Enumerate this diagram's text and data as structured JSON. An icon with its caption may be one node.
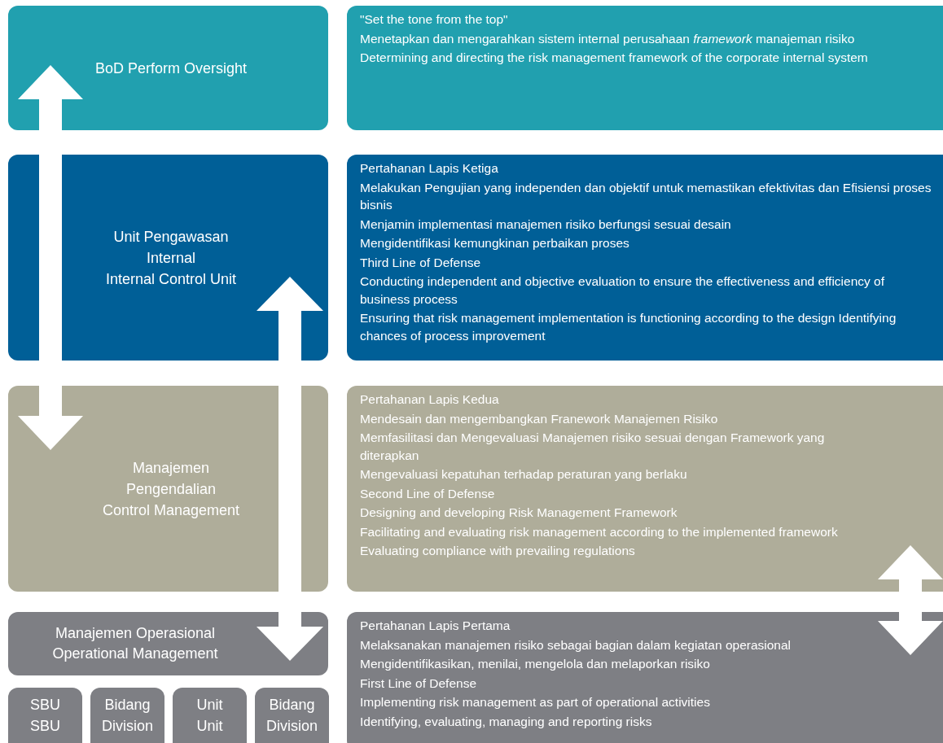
{
  "diagram": {
    "nodes": [
      {
        "text": [
          "BoD Perform Oversight"
        ]
      },
      {
        "text": [
          "\"Set the tone from the top\"",
          "Menetapkan dan mengarahkan sistem internal perusahaan *framework* manajeman risiko",
          "Determining and directing the risk management framework of the corporate internal system"
        ]
      },
      {
        "text": [
          "Unit Pengawasan Internal",
          "Internal Control Unit"
        ]
      },
      {
        "text": [
          "Pertahanan Lapis Ketiga",
          "Melakukan Pengujian yang independen dan objektif untuk memastikan efektivitas dan Efisiensi proses bisnis",
          "Menjamin implementasi manajemen risiko berfungsi sesuai desain",
          "Mengidentifikasi kemungkinan perbaikan proses",
          "Third Line of Defense",
          "Conducting independent and objective evaluation to ensure the effectiveness and efficiency of business process",
          "Ensuring that risk management implementation is functioning according to the design Identifying chances of process improvement"
        ]
      },
      {
        "text": [
          "Manajemen Pengendalian",
          "Control Management"
        ]
      },
      {
        "text": [
          "Pertahanan Lapis Kedua",
          "Mendesain dan mengembangkan Franework Manajemen Risiko",
          "Memfasilitasi dan Mengevaluasi Manajemen risiko sesuai dengan Framework yang diterapkan",
          "Mengevaluasi kepatuhan terhadap peraturan yang berlaku",
          "Second Line of Defense",
          "Designing and developing Risk Management Framework",
          "Facilitating and evaluating risk management according to the implemented framework",
          "Evaluating compliance with prevailing regulations"
        ]
      },
      {
        "text": [
          "Manajemen Operasional",
          "Operational Management"
        ]
      },
      {
        "text": [
          "Pertahanan Lapis Pertama",
          "Melaksanakan manajemen risiko sebagai bagian dalam kegiatan operasional",
          "Mengidentifikasikan, menilai, mengelola dan melaporkan risiko",
          "First Line of Defense",
          "Implementing risk management as part of operational activities",
          "Identifying, evaluating, managing and reporting risks"
        ]
      },
      {
        "text": [
          "SBU",
          "SBU"
        ]
      },
      {
        "text": [
          "Bidang",
          "Division"
        ]
      },
      {
        "text": [
          "Unit",
          "Unit"
        ]
      },
      {
        "text": [
          "Bidang",
          "Division"
        ]
      }
    ],
    "edges": [
      {
        "from": 0,
        "to": 4,
        "arrow": "both"
      },
      {
        "from": 2,
        "to": 6,
        "arrow": "both"
      },
      {
        "from": 5,
        "to": 7,
        "arrow": "both"
      }
    ]
  }
}
